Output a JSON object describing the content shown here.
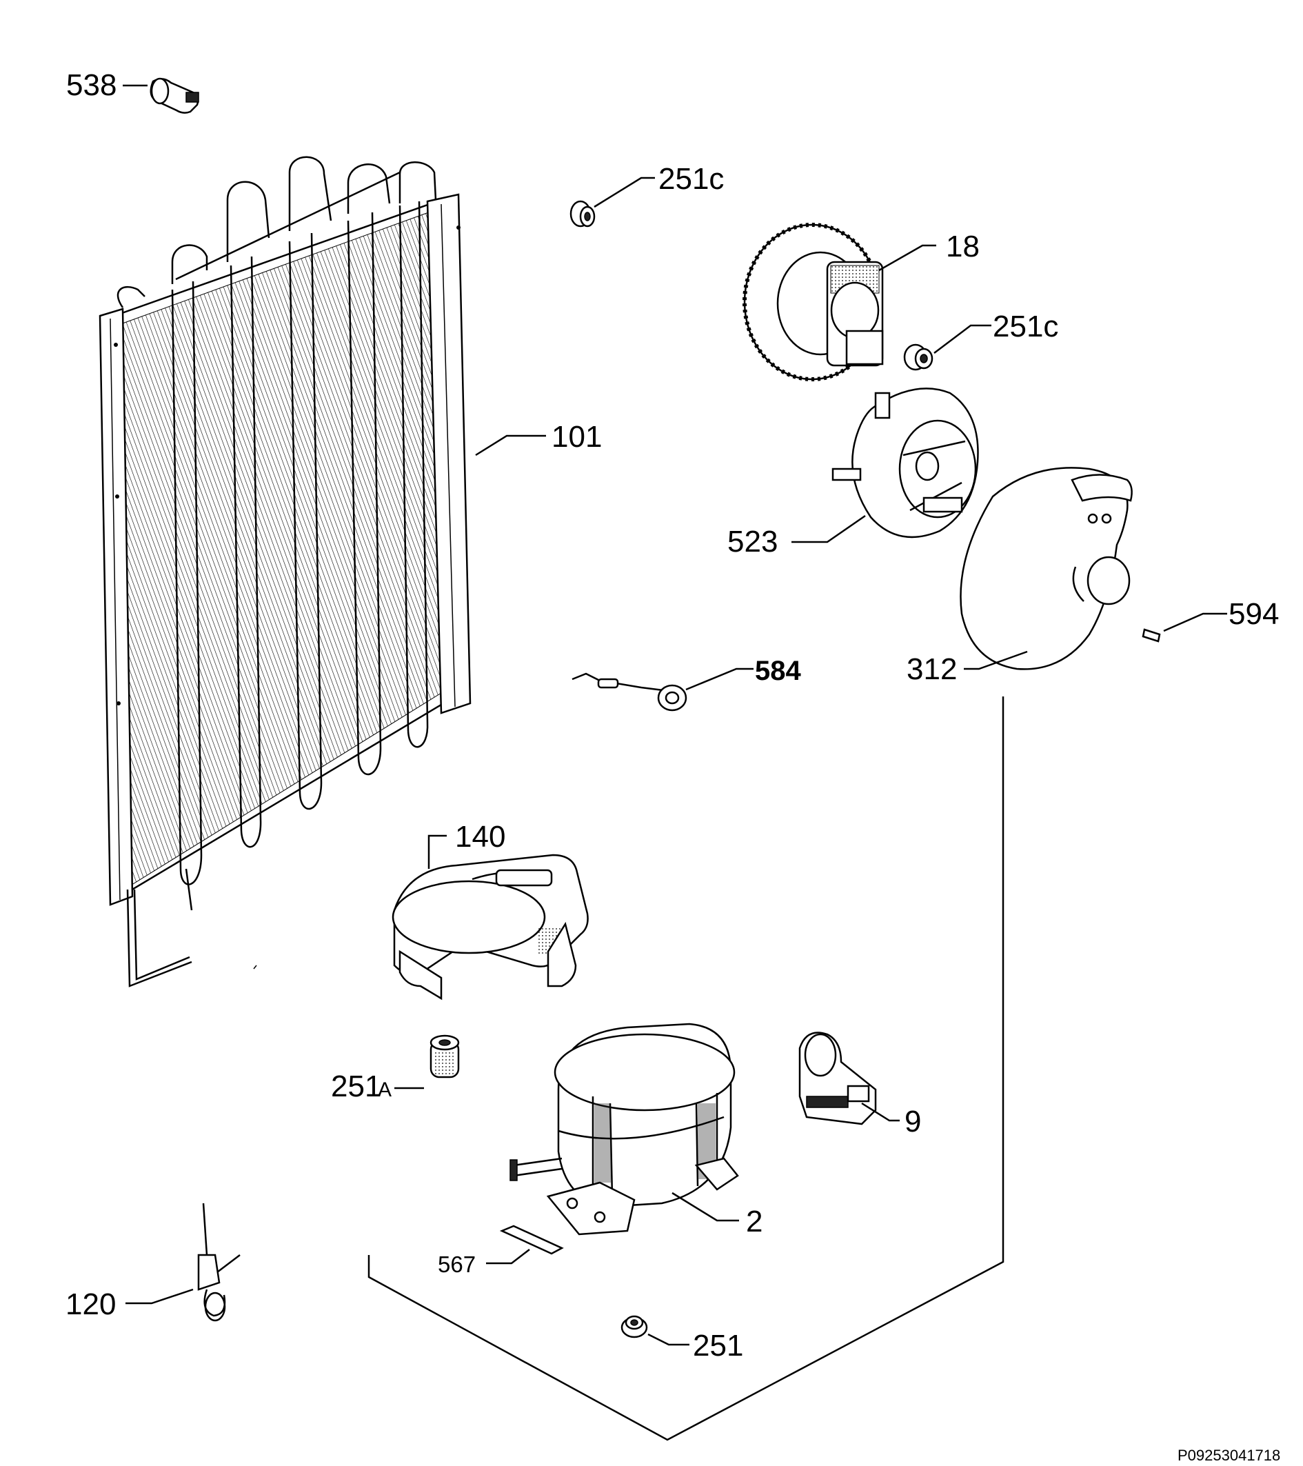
{
  "diagram": {
    "reference_code": "P09253041718",
    "callouts": [
      {
        "id": "538",
        "text": "538"
      },
      {
        "id": "251c-top",
        "text": "251c"
      },
      {
        "id": "18",
        "text": "18"
      },
      {
        "id": "251c-mid",
        "text": "251c"
      },
      {
        "id": "101",
        "text": "101"
      },
      {
        "id": "523",
        "text": "523"
      },
      {
        "id": "594",
        "text": "594"
      },
      {
        "id": "312",
        "text": "312"
      },
      {
        "id": "584",
        "text": "584"
      },
      {
        "id": "140",
        "text": "140"
      },
      {
        "id": "251A",
        "text": "251",
        "suffix": "A"
      },
      {
        "id": "9",
        "text": "9"
      },
      {
        "id": "2",
        "text": "2"
      },
      {
        "id": "567",
        "text": "567"
      },
      {
        "id": "120",
        "text": "120"
      },
      {
        "id": "251",
        "text": "251"
      }
    ]
  }
}
